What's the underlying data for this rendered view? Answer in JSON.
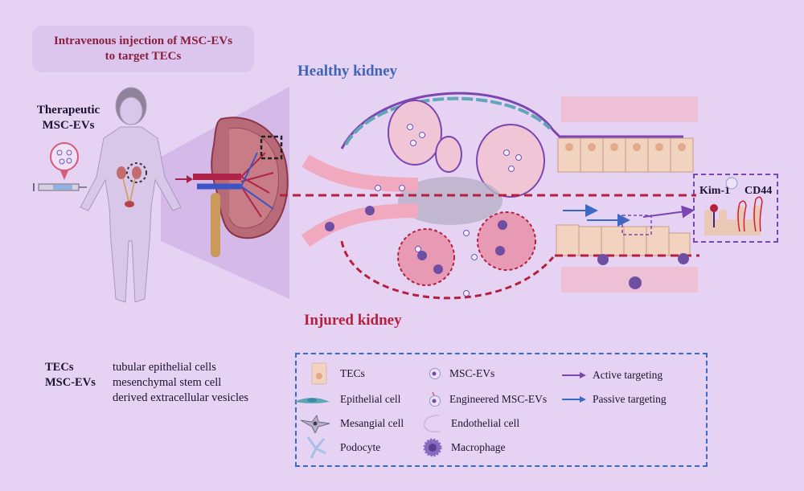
{
  "title_box": {
    "line1": "Intravenous injection of MSC-EVs",
    "line2": "to target TECs"
  },
  "therapeutic_label": {
    "line1": "Therapeutic",
    "line2": "MSC-EVs"
  },
  "healthy_label": "Healthy kidney",
  "injured_label": "Injured kidney",
  "kim_box": {
    "kim": "Kim-1",
    "cd44": "CD44"
  },
  "abbreviations": [
    {
      "term": "TECs",
      "definition": "tubular epithelial cells"
    },
    {
      "term": "MSC-EVs",
      "definition": "mesenchymal stem cell"
    },
    {
      "term": "",
      "definition": "derived extracellular vesicles"
    }
  ],
  "legend": {
    "col1": [
      {
        "icon": "tec-cell-icon",
        "label": "TECs"
      },
      {
        "icon": "epithelial-cell-icon",
        "label": "Epithelial cell"
      },
      {
        "icon": "mesangial-cell-icon",
        "label": "Mesangial cell"
      },
      {
        "icon": "podocyte-icon",
        "label": "Podocyte"
      }
    ],
    "col2": [
      {
        "icon": "msc-ev-icon",
        "label": "MSC-EVs"
      },
      {
        "icon": "engineered-msc-ev-icon",
        "label": "Engineered MSC-EVs"
      },
      {
        "icon": "endothelial-cell-icon",
        "label": "Endothelial cell"
      },
      {
        "icon": "macrophage-icon",
        "label": "Macrophage"
      }
    ],
    "col3": [
      {
        "icon": "active-arrow-icon",
        "label": "Active targeting"
      },
      {
        "icon": "passive-arrow-icon",
        "label": "Passive targeting"
      }
    ]
  },
  "colors": {
    "background": "#e6d3f3",
    "healthy": "#3f64b8",
    "injured": "#b4213f",
    "active": "#7a46b0",
    "passive": "#3a6bc4",
    "title": "#8a1f3d"
  }
}
